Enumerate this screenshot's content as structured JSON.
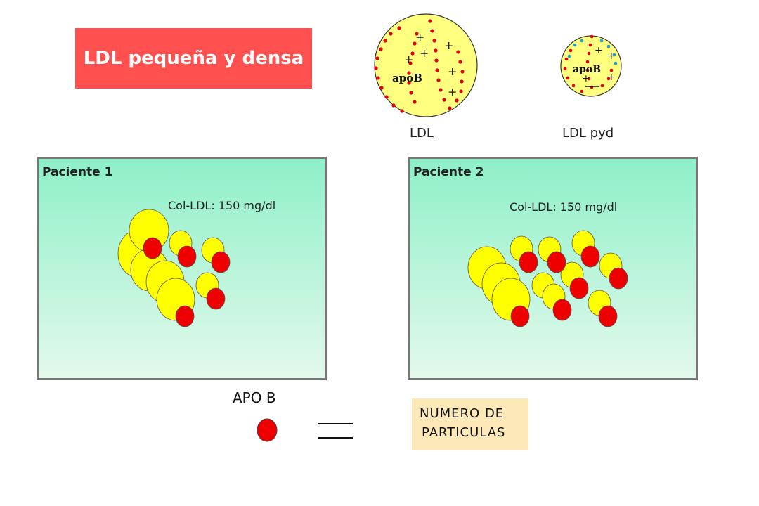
{
  "title": "LDL pequeña y densa",
  "particles": {
    "ldl_label": "LDL",
    "ldl_pyd_label": "LDL pyd",
    "apob_text": "apoB",
    "plus": "+"
  },
  "panels": [
    {
      "title": "Paciente 1",
      "col_ldl": "Col-LDL: 150 mg/dl"
    },
    {
      "title": "Paciente 2",
      "col_ldl": "Col-LDL: 150 mg/dl"
    }
  ],
  "legend": {
    "apo_b": "APO B",
    "equals": "=",
    "numero_line1": "NUMERO DE",
    "numero_line2": "PARTICULAS"
  },
  "colors": {
    "title_bg": "#ff5050",
    "lipoprotein_yellow": "#ffff00",
    "apob_red": "#ff0000",
    "number_box_bg": "#fde8b8",
    "panel_top": "#8ef0c8"
  }
}
